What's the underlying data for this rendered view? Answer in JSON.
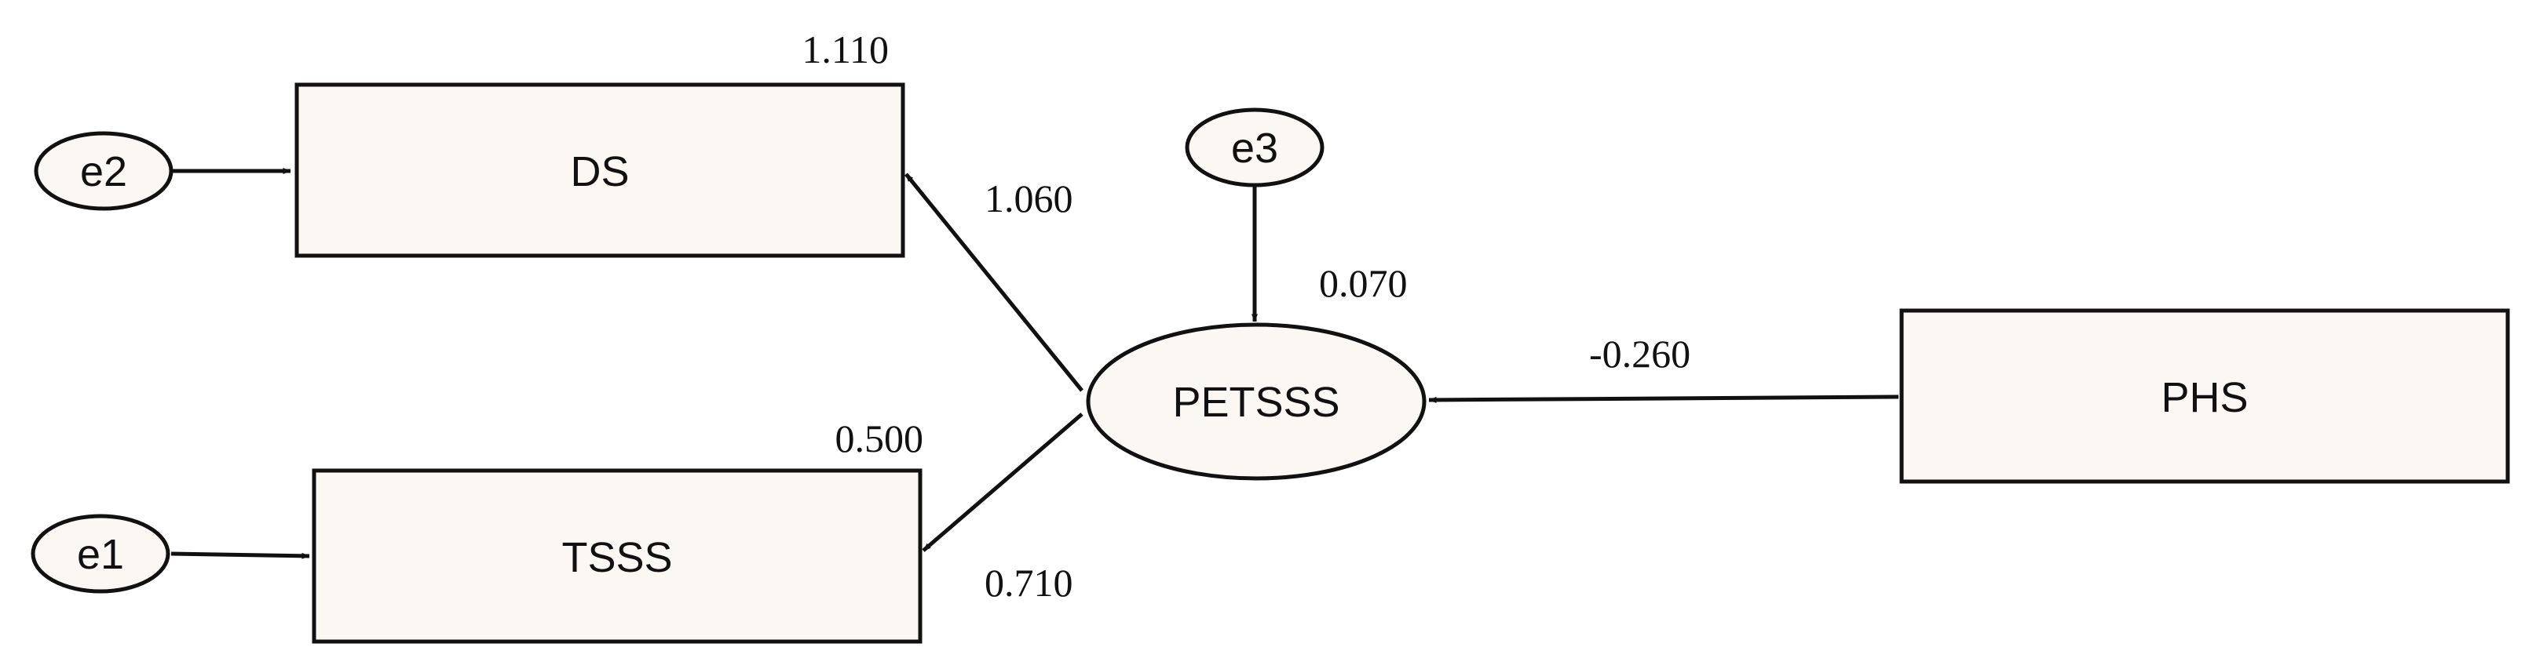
{
  "diagram": {
    "nodes": {
      "ds": {
        "label": "DS",
        "variance": "1.110",
        "shape": "rectangle"
      },
      "tsss": {
        "label": "TSSS",
        "variance": "0.500",
        "shape": "rectangle"
      },
      "petsss": {
        "label": "PETSSS",
        "variance": "0.070",
        "shape": "ellipse"
      },
      "phs": {
        "label": "PHS",
        "shape": "rectangle"
      },
      "e1": {
        "label": "e1",
        "shape": "ellipse"
      },
      "e2": {
        "label": "e2",
        "shape": "ellipse"
      },
      "e3": {
        "label": "e3",
        "shape": "ellipse"
      }
    },
    "paths": [
      {
        "from": "PHS",
        "to": "PETSSS",
        "coefficient": "-0.260"
      },
      {
        "from": "PETSSS",
        "to": "DS",
        "coefficient": "1.060"
      },
      {
        "from": "PETSSS",
        "to": "TSSS",
        "coefficient": "0.710"
      },
      {
        "from": "e1",
        "to": "TSSS"
      },
      {
        "from": "e2",
        "to": "DS"
      },
      {
        "from": "e3",
        "to": "PETSSS"
      }
    ],
    "colors": {
      "node_fill": "#fbf8f3",
      "stroke": "#111111",
      "background": "#ffffff"
    }
  }
}
